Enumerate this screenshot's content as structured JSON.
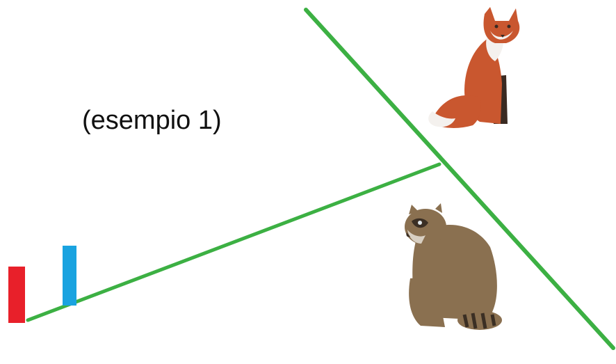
{
  "caption": "(esempio 1)",
  "colors": {
    "line": "#3cb043",
    "red_peg": "#e8202a",
    "blue_peg": "#1aa3e0",
    "fox_body": "#c9572f",
    "fox_white": "#f4f1ee",
    "fox_dark": "#3a2a22",
    "raccoon_body": "#8a7050",
    "raccoon_dark": "#3b2f24"
  },
  "figures": [
    {
      "name": "fox-target",
      "icon": "fox-figure"
    },
    {
      "name": "raccoon-target",
      "icon": "raccoon-figure"
    },
    {
      "name": "red-peg",
      "icon": "red-peg-marker"
    },
    {
      "name": "blue-peg",
      "icon": "blue-peg-marker"
    }
  ]
}
